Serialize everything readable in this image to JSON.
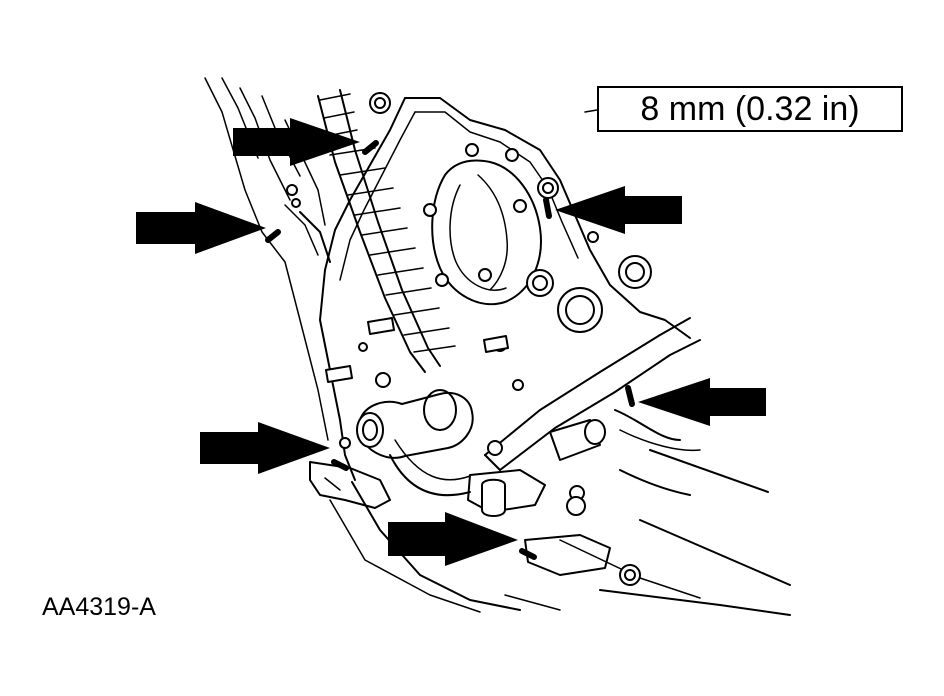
{
  "callout": {
    "dimension_label": "8 mm (0.32 in)"
  },
  "figure": {
    "id_label": "AA4319-A"
  },
  "colors": {
    "line": "#000000",
    "background": "#ffffff"
  },
  "arrows": [
    {
      "name": "arrow-top-left",
      "target": "sealant-bead"
    },
    {
      "name": "arrow-left-upper",
      "target": "sealant-bead"
    },
    {
      "name": "arrow-right-upper",
      "target": "sealant-bead"
    },
    {
      "name": "arrow-right-lower",
      "target": "sealant-bead"
    },
    {
      "name": "arrow-left-lower",
      "target": "sealant-bead"
    },
    {
      "name": "arrow-bottom",
      "target": "sealant-bead"
    }
  ]
}
